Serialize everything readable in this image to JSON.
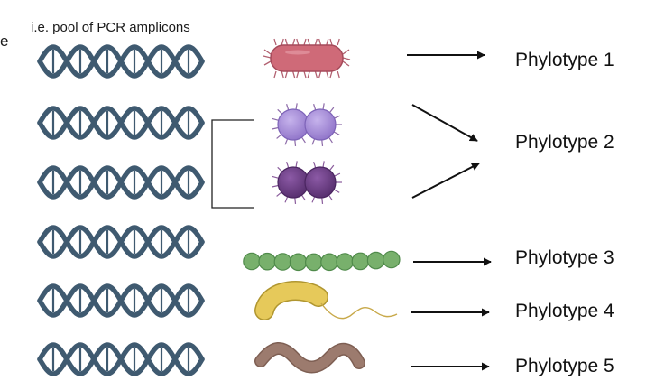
{
  "caption": "i.e. pool of PCR amplicons",
  "edge_fragment": "e",
  "colors": {
    "dna": "#3f5a70",
    "arrow": "#111111",
    "bracket": "#222222",
    "rod": "#cf6a78",
    "rod_outline": "#a54a5a",
    "coccus_light": "#a38ad6",
    "coccus_dark": "#6a3f83",
    "chain": "#78b06c",
    "chain_outline": "#4f8a4a",
    "vibrio": "#e6c95a",
    "flagellum": "#c8a94a",
    "spiral": "#9c7b6e"
  },
  "phylotypes": [
    {
      "label": "Phylotype 1",
      "organism": "rod-bacterium-icon"
    },
    {
      "label": "Phylotype 2",
      "organism": "diplococcus-icon"
    },
    {
      "label": "Phylotype 3",
      "organism": "streptococcus-chain-icon"
    },
    {
      "label": "Phylotype 4",
      "organism": "flagellated-vibrio-icon"
    },
    {
      "label": "Phylotype 5",
      "organism": "spirochete-icon"
    }
  ],
  "dna_icons": [
    "dna-helix-icon",
    "dna-helix-icon",
    "dna-helix-icon",
    "dna-helix-icon",
    "dna-helix-icon",
    "dna-helix-icon"
  ]
}
